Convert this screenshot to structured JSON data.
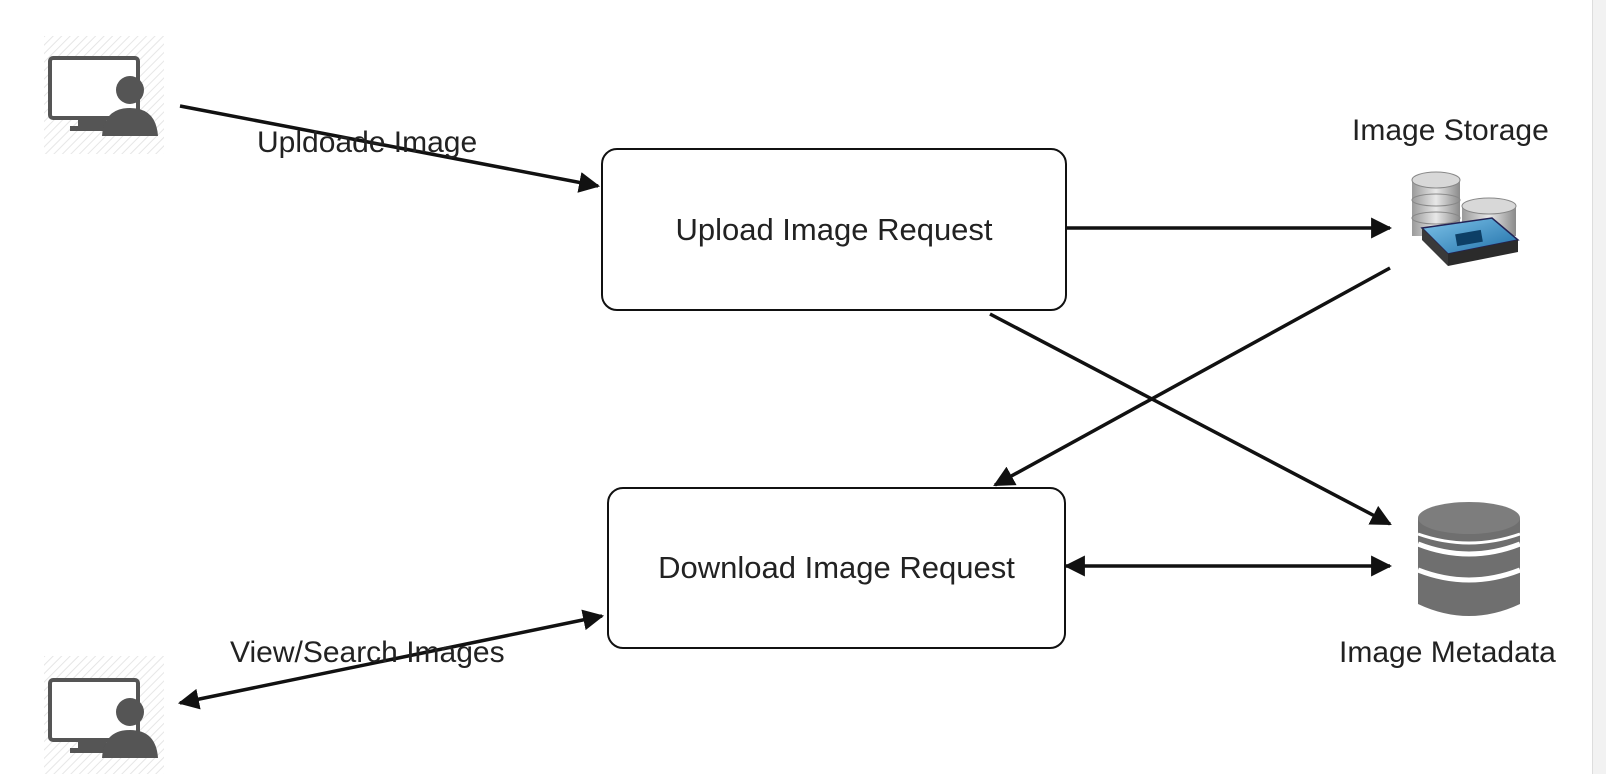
{
  "edges": {
    "upload_label": "Upldoade Image",
    "view_label": "View/Search Images"
  },
  "nodes": {
    "upload_request": "Upload Image Request",
    "download_request": "Download Image Request",
    "image_storage": "Image Storage",
    "image_metadata": "Image Metadata"
  },
  "icons": {
    "uploader": "user-computer-icon",
    "viewer": "user-computer-icon",
    "storage": "server-storage-icon",
    "metadata": "database-icon"
  }
}
